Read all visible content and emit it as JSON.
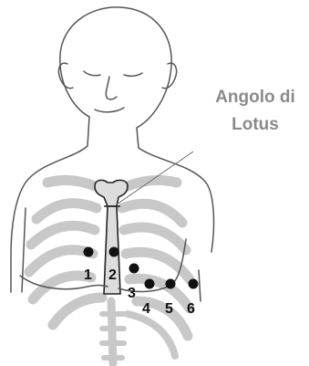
{
  "callout": {
    "line1": "Angolo di",
    "line2": "Lotus"
  },
  "electrodes": [
    {
      "label": "1"
    },
    {
      "label": "2"
    },
    {
      "label": "3"
    },
    {
      "label": "4"
    },
    {
      "label": "5"
    },
    {
      "label": "6"
    }
  ],
  "colors": {
    "outline": "#555555",
    "bone": "#c8c8c8",
    "electrode": "#111111",
    "callout_text": "#8a8a8a"
  }
}
